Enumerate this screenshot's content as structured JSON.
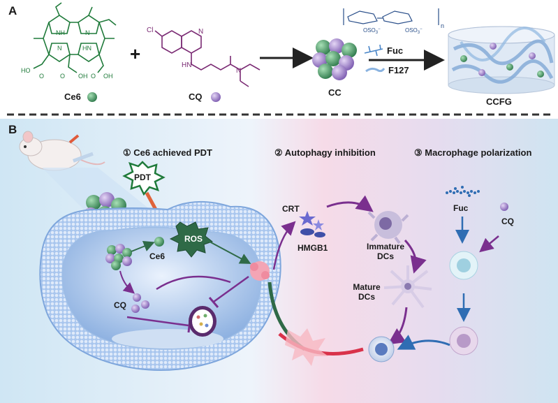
{
  "panel_a": {
    "letter": "A",
    "ce6_label": "Ce6",
    "cq_label": "CQ",
    "cc_label": "CC",
    "fuc_label": "Fuc",
    "f127_label": "F127",
    "ccfg_label": "CCFG",
    "plus": "+",
    "polymer_subscript": "n",
    "polymer_so3_a": "OSO",
    "polymer_so3_b": "OSO",
    "ce6_chem": {
      "nh": "NH",
      "n": "N",
      "hn": "HN",
      "n2": "N",
      "ho_left": "HO",
      "o_left": "O",
      "o_mid": "O",
      "oh_mid": "OH",
      "o_right": "O",
      "oh_right": "OH"
    },
    "cq_chem": {
      "cl": "Cl",
      "n_ring": "N",
      "hn": "HN",
      "n_amine": "N"
    }
  },
  "panel_b": {
    "letter": "B",
    "step1": "① Ce6 achieved PDT",
    "step2": "② Autophagy inhibition",
    "step3": "③ Macrophage polarization",
    "pdt": "PDT",
    "ros": "ROS",
    "ce6": "Ce6",
    "cq": "CQ",
    "crt": "CRT",
    "hmgb1": "HMGB1",
    "immature_1": "Immature",
    "immature_2": "DCs",
    "mature_1": "Mature",
    "mature_2": "DCs",
    "fuc": "Fuc",
    "cq_right": "CQ"
  },
  "colors": {
    "ce6_green": "#3f8f5a",
    "cq_purple": "#9b7cc4",
    "arrow_purple": "#7a2f8e",
    "arrow_blue": "#2f6db3",
    "arrow_green": "#2f6a47",
    "membrane_blue": "#8fb3e6",
    "structure_green": "#1f7a3a",
    "cq_structure_purple": "#7a2a73"
  }
}
